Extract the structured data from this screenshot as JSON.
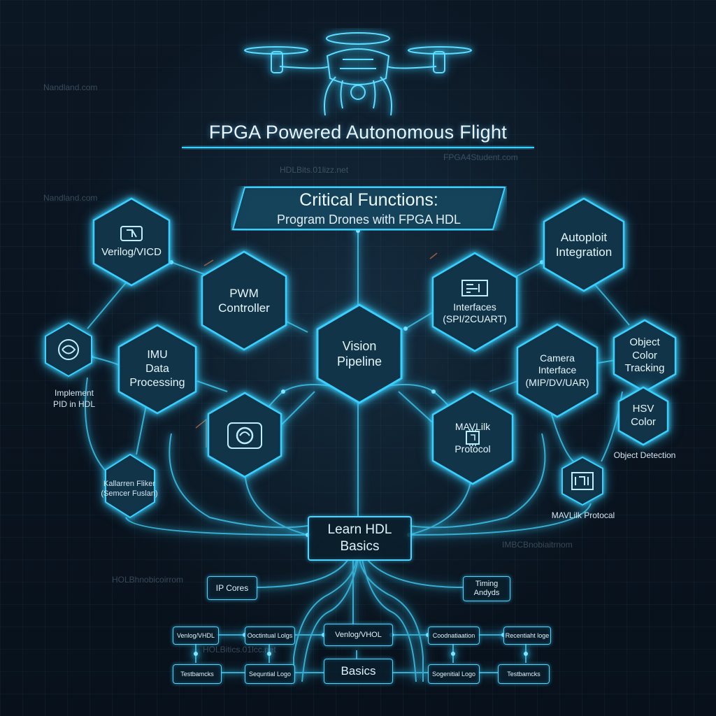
{
  "title": "FPGA Powered Autonomous Flight",
  "banner": {
    "line1": "Critical Functions:",
    "line2": "Program Drones with FPGA HDL"
  },
  "watermarks": {
    "nandland_top": "Nandland.com",
    "nandland_mid": "Nandland.com",
    "hdlbits_top": "HDLBits.01lizz.net",
    "fpga4student": "FPGA4Student.com",
    "hdlbits_left": "HOLBhnobicoirrom",
    "hdlbits_right": "IMBCBnobiaitrnom",
    "hdlbits_bottom": "HOLBitics.01lcc.net"
  },
  "hexes": {
    "verilog": "Verilog/VICD",
    "pwm": "PWM\nController",
    "imu": "IMU\nData\nProcessing",
    "vision": "Vision\nPipeline",
    "interfaces": "Interfaces\n(SPI/2CUART)",
    "autopilot": "Autoploit\nIntegration",
    "camera": "Camera\nInterface\n(MIP/DV/UAR)",
    "mavlink": "MAVLilk\n\nProtocol",
    "object_color": "Object\nColor\nTracking",
    "hsv": "HSV\nColor"
  },
  "labels": {
    "pid": "Implement\nPID in HDL",
    "kalman": "Kallarren Fliker\n(Semcer Fuslan)",
    "object_detection": "Object Detection",
    "mavlink_protocol": "MAVLilk Protocal"
  },
  "learn": {
    "title": "Learn HDL\nBasics"
  },
  "tree": {
    "ip_cores": "IP Cores",
    "timing": "Timing\nAndyds",
    "verilog_vhdl_left": "Venlog/VHDL",
    "combinational_left": "Ooctintual Lolgs",
    "verilog_vhdl_center": "Venlog/VHOL",
    "combinational_right": "Coodnatiaation",
    "sequential_right_top": "Recentiaht loge",
    "testbench_left": "Testbamcks",
    "sequential_left": "Sequntial Logo",
    "basics": "Basics",
    "sequential_right": "Sogenitial Logo",
    "testbench_right": "Testbamcks"
  },
  "icons": [
    "drone-icon",
    "chip-icon",
    "lens-icon",
    "camera-icon",
    "board-icon",
    "processor-icon",
    "circuit-icon"
  ],
  "colors": {
    "accent": "#39d0ff",
    "background": "#0b1420",
    "text": "#e6f6ff",
    "orange": "#e0703a"
  }
}
